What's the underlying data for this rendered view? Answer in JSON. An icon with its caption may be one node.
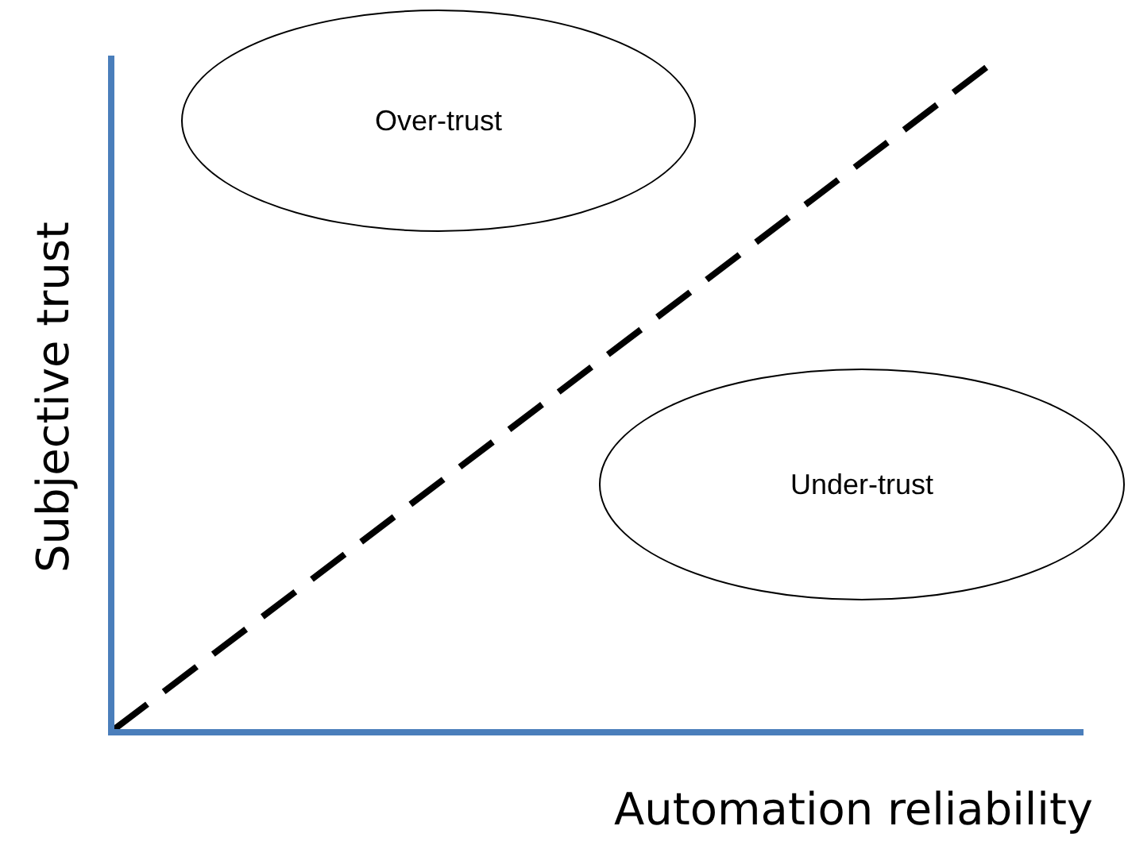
{
  "diagram": {
    "nodes": [
      {
        "text": [
          "Over-trust"
        ]
      },
      {
        "text": [
          "Under-trust"
        ]
      }
    ],
    "labels": [
      "Subjective trust",
      "Automation reliability"
    ]
  }
}
